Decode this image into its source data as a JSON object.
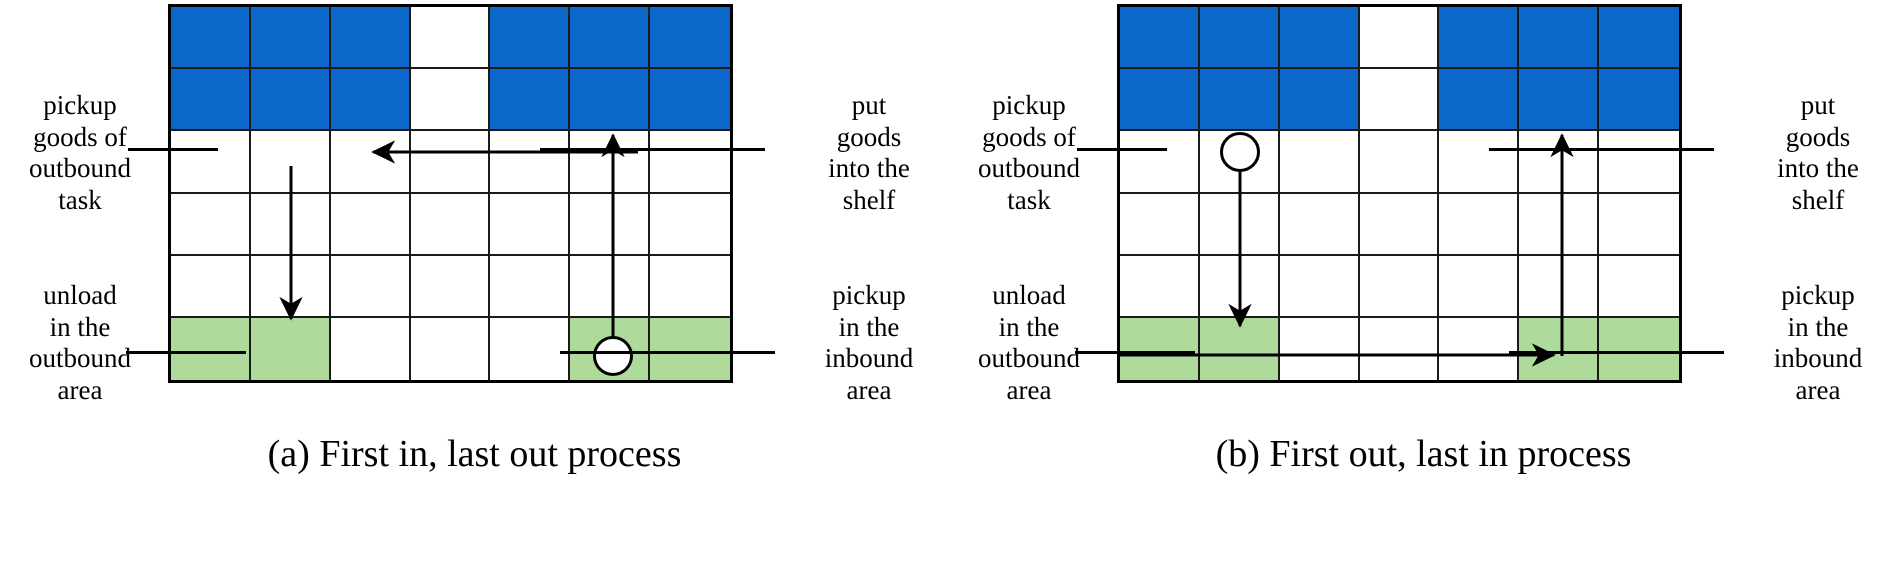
{
  "figure": {
    "grid": {
      "rows": 6,
      "cols": 7
    },
    "colors": {
      "shelf_blue": "#0b68ca",
      "dock_green": "#aedb9b",
      "empty_white": "#ffffff",
      "line_black": "#1a1a1a",
      "text_black": "#000000"
    }
  },
  "panels": [
    {
      "id": "a",
      "caption": "(a) First in, last out process",
      "labels": {
        "top_left": "pickup\ngoods of\noutbound\ntask",
        "bottom_left": "unload\nin the\noutbound\narea",
        "top_right": "put\ngoods\ninto the\nshelf",
        "bottom_right": "pickup\nin the\ninbound\narea"
      },
      "cells": [
        [
          "shelf",
          "shelf",
          "shelf",
          "empty",
          "shelf",
          "shelf",
          "shelf"
        ],
        [
          "shelf",
          "shelf",
          "shelf",
          "empty",
          "shelf",
          "shelf",
          "shelf"
        ],
        [
          "empty",
          "empty",
          "empty",
          "empty",
          "empty",
          "empty",
          "empty"
        ],
        [
          "empty",
          "empty",
          "empty",
          "empty",
          "empty",
          "empty",
          "empty"
        ],
        [
          "empty",
          "empty",
          "empty",
          "empty",
          "empty",
          "empty",
          "empty"
        ],
        [
          "dock",
          "dock",
          "empty",
          "empty",
          "empty",
          "dock",
          "dock"
        ]
      ],
      "robot": {
        "row": 6,
        "col": 6,
        "label": "robot-circle"
      },
      "arrows": [
        {
          "name": "arrow-up-col6",
          "dir": "up",
          "from": {
            "row": 6,
            "col": 6
          },
          "to": {
            "row": 3,
            "col": 6
          }
        },
        {
          "name": "arrow-left-row3",
          "dir": "left",
          "from": {
            "row": 3,
            "col": 6
          },
          "to": {
            "row": 3,
            "col": 2
          }
        },
        {
          "name": "arrow-down-col2",
          "dir": "down",
          "from": {
            "row": 3,
            "col": 2
          },
          "to": {
            "row": 6,
            "col": 2
          }
        }
      ]
    },
    {
      "id": "b",
      "caption": "(b) First out, last in process",
      "labels": {
        "top_left": "pickup\ngoods of\noutbound\ntask",
        "bottom_left": "unload\nin the\noutbound\narea",
        "top_right": "put\ngoods\ninto the\nshelf",
        "bottom_right": "pickup\nin the\ninbound\narea"
      },
      "cells": [
        [
          "shelf",
          "shelf",
          "shelf",
          "empty",
          "shelf",
          "shelf",
          "shelf"
        ],
        [
          "shelf",
          "shelf",
          "shelf",
          "empty",
          "shelf",
          "shelf",
          "shelf"
        ],
        [
          "empty",
          "empty",
          "empty",
          "empty",
          "empty",
          "empty",
          "empty"
        ],
        [
          "empty",
          "empty",
          "empty",
          "empty",
          "empty",
          "empty",
          "empty"
        ],
        [
          "empty",
          "empty",
          "empty",
          "empty",
          "empty",
          "empty",
          "empty"
        ],
        [
          "dock",
          "dock",
          "empty",
          "empty",
          "empty",
          "dock",
          "dock"
        ]
      ],
      "robot": {
        "row": 3,
        "col": 2,
        "label": "robot-circle"
      },
      "arrows": [
        {
          "name": "arrow-down-col2",
          "dir": "down",
          "from": {
            "row": 3,
            "col": 2
          },
          "to": {
            "row": 6,
            "col": 2
          }
        },
        {
          "name": "arrow-right-row6",
          "dir": "right",
          "from": {
            "row": 6,
            "col": 2
          },
          "to": {
            "row": 6,
            "col": 6
          }
        },
        {
          "name": "arrow-up-col6",
          "dir": "up",
          "from": {
            "row": 6,
            "col": 6
          },
          "to": {
            "row": 3,
            "col": 6
          }
        }
      ]
    }
  ]
}
